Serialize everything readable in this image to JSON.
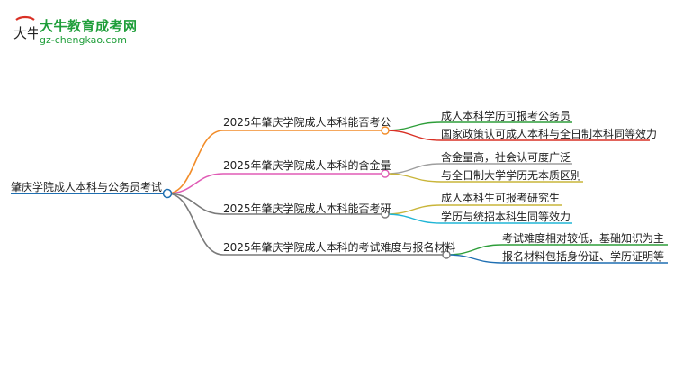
{
  "logo": {
    "brand": "大牛教育成考网",
    "url": "gz-chengkao.com",
    "mark_text": "大牛"
  },
  "root": {
    "label": "肇庆学院成人本科与公务员考试",
    "color": "#1f6fb2"
  },
  "branches": [
    {
      "label": "2025年肇庆学院成人本科能否考公",
      "color": "#f28c28",
      "leaves": [
        {
          "label": "成人本科学历可报考公务员",
          "color": "#2e9e3a"
        },
        {
          "label": "国家政策认可成人本科与全日制本科同等效力",
          "color": "#d93025"
        }
      ]
    },
    {
      "label": "2025年肇庆学院成人本科的含金量",
      "color": "#e05bb5",
      "leaves": [
        {
          "label": "含金量高，社会认可度广泛",
          "color": "#9e9e9e"
        },
        {
          "label": "与全日制大学学历无本质区别",
          "color": "#c9b53a"
        }
      ]
    },
    {
      "label": "2025年肇庆学院成人本科能否考研",
      "color": "#7a7a7a",
      "leaves": [
        {
          "label": "成人本科生可报考研究生",
          "color": "#c9b53a"
        },
        {
          "label": "学历与统招本科生同等效力",
          "color": "#20b5d5"
        }
      ]
    },
    {
      "label": "2025年肇庆学院成人本科的考试难度与报名材料",
      "color": "#7a7a7a",
      "leaves": [
        {
          "label": "考试难度相对较低，基础知识为主",
          "color": "#2e9e3a"
        },
        {
          "label": "报名材料包括身份证、学历证明等",
          "color": "#1f6fb2"
        }
      ]
    }
  ]
}
